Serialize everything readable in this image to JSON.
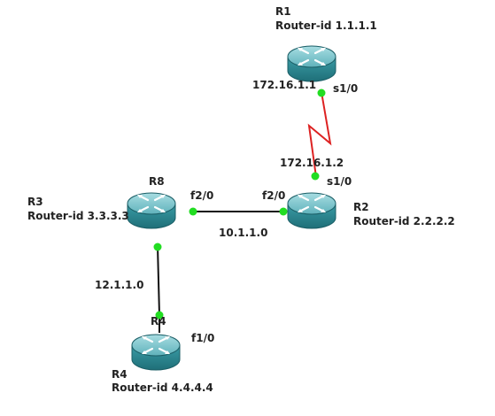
{
  "colors": {
    "ethernet_link": "#111111",
    "serial_link": "#dd2222",
    "port_dot": "#22dd22",
    "router_body": "#2f8e99",
    "router_top": "#8cc8cf"
  },
  "icon": "router-icon",
  "routers": [
    {
      "id": "r1",
      "name": "R1",
      "router_id": "Router-id 1.1.1.1"
    },
    {
      "id": "r2",
      "name": "R2",
      "router_id": "Router-id 2.2.2.2"
    },
    {
      "id": "r8",
      "name": "R8"
    },
    {
      "id": "r3",
      "name": "R3",
      "router_id": "Router-id 3.3.3.3"
    },
    {
      "id": "r4",
      "name": "R4",
      "overlay_name": "R4",
      "router_id": "Router-id 4.4.4.4"
    }
  ],
  "links": [
    {
      "id": "r1-r2",
      "type": "serial",
      "a": "R1",
      "b": "R2",
      "a_ip": "172.16.1.1",
      "a_port": "s1/0",
      "b_ip": "172.16.1.2",
      "b_port": "s1/0"
    },
    {
      "id": "r8-r2",
      "type": "ethernet",
      "a": "R8",
      "b": "R2",
      "a_port": "f2/0",
      "b_port": "f2/0",
      "network": "10.1.1.0"
    },
    {
      "id": "r8-r4",
      "type": "ethernet",
      "a": "R8",
      "b": "R4",
      "b_port": "f1/0",
      "network": "12.1.1.0"
    }
  ]
}
